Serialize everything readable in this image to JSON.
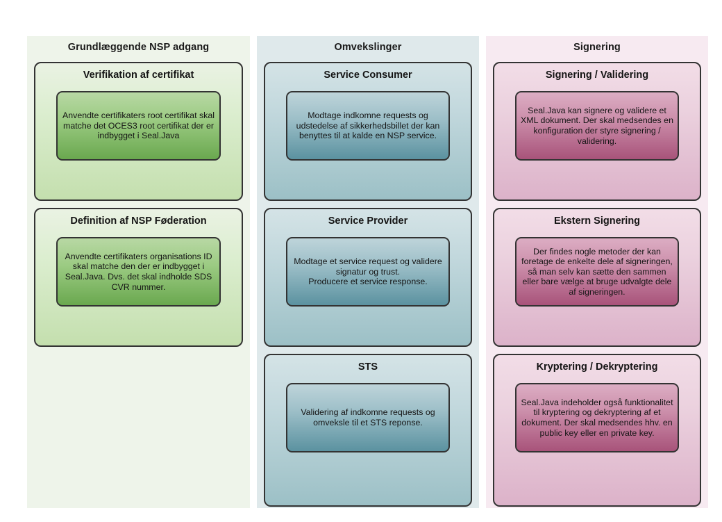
{
  "diagram": {
    "title_bar": "",
    "columns": [
      {
        "id": "grundlaeggende-nsp-adgang",
        "title": "Grundlæggende NSP adgang",
        "background": "#eef4ea",
        "card_gradient_from": "#eaf2e3",
        "card_gradient_to": "#c4dfae",
        "note_gradient_from": "#b8d8a4",
        "note_gradient_to": "#6aa84f",
        "cards": [
          {
            "title": "Verifikation af certifikat",
            "note": "Anvendte certifikaters root certifikat skal matche det OCES3 root certifikat der er indbygget i Seal.Java"
          },
          {
            "title": "Definition af NSP Føderation",
            "note": "Anvendte certifikaters organisations ID skal matche den der er indbygget i Seal.Java. Dvs. det skal indholde SDS CVR nummer."
          }
        ]
      },
      {
        "id": "omvekslinger",
        "title": "Omvekslinger",
        "background": "#dfe9eb",
        "card_gradient_from": "#d4e3e6",
        "card_gradient_to": "#9cc0c6",
        "note_gradient_from": "#bed4da",
        "note_gradient_to": "#5b92a0",
        "cards": [
          {
            "title": "Service Consumer",
            "note": "Modtage indkomne requests og udstedelse af sikkerhedsbillet der kan benyttes til at kalde en NSP service."
          },
          {
            "title": "Service Provider",
            "note": "Modtage et service request og validere signatur og trust.\nProducere et service response."
          },
          {
            "title": "STS",
            "note": "Validering af indkomne requests og omveksle til et STS reponse."
          }
        ]
      },
      {
        "id": "signering",
        "title": "Signering",
        "background": "#f7eaf1",
        "card_gradient_from": "#f2dde7",
        "card_gradient_to": "#dcb2c9",
        "note_gradient_from": "#dcadc3",
        "note_gradient_to": "#a8537a",
        "cards": [
          {
            "title": "Signering / Validering",
            "note": "Seal.Java kan signere og validere et XML dokument. Der skal medsendes en konfiguration der styre signering / validering."
          },
          {
            "title": "Ekstern Signering",
            "note": "Der findes nogle metoder der kan foretage de enkelte dele af signeringen, så man selv kan sætte den sammen eller bare vælge at bruge udvalgte dele af signeringen."
          },
          {
            "title": "Kryptering / Dekryptering",
            "note": "Seal.Java indeholder også funktionalitet til kryptering og dekryptering af et dokument. Der skal medsendes hhv. en public key eller en private key."
          }
        ]
      }
    ]
  }
}
